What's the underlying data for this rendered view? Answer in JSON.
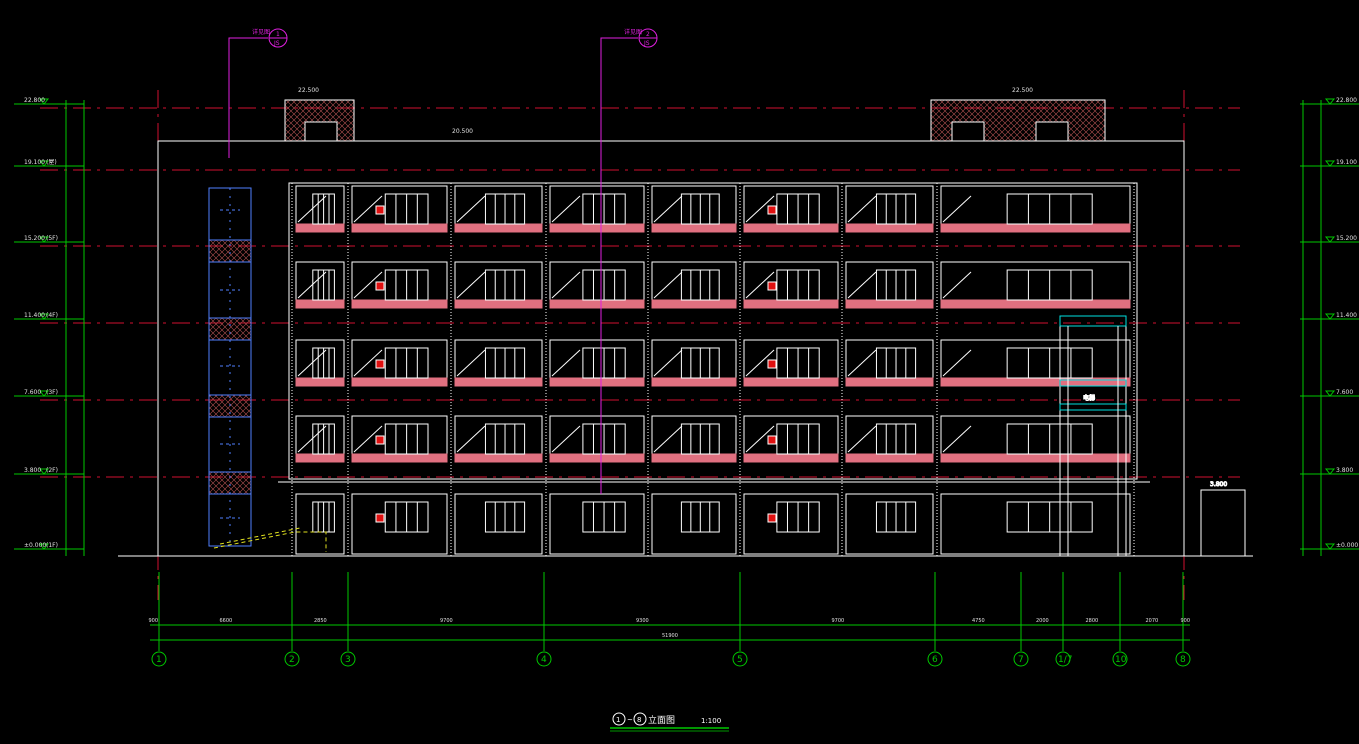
{
  "drawing": {
    "title_circle_left": "1",
    "title_circle_right": "8",
    "title_text": "立面图",
    "scale": "1:100"
  },
  "axes": [
    {
      "label": "1"
    },
    {
      "label": "2"
    },
    {
      "label": "3"
    },
    {
      "label": "4"
    },
    {
      "label": "5"
    },
    {
      "label": "6"
    },
    {
      "label": "7"
    },
    {
      "label": "1/7"
    },
    {
      "label": "10"
    },
    {
      "label": "8"
    }
  ],
  "dimensions": {
    "spans": [
      "900",
      "6600",
      "2850",
      "9700",
      "9300",
      "9700",
      "4750",
      "2000",
      "2800",
      "2070",
      "900"
    ],
    "total": "51900"
  },
  "elevations_left": [
    {
      "value": "22.800"
    },
    {
      "value": "19.100",
      "floor": "(屋)"
    },
    {
      "value": "15.200",
      "floor": "(5F)"
    },
    {
      "value": "11.400",
      "floor": "(4F)"
    },
    {
      "value": "7.600",
      "floor": "(3F)"
    },
    {
      "value": "3.800",
      "floor": "(2F)"
    },
    {
      "value": "±0.000",
      "floor": "(1F)"
    }
  ],
  "elevations_right": [
    {
      "value": "22.800"
    },
    {
      "value": "19.100"
    },
    {
      "value": "15.200"
    },
    {
      "value": "11.400"
    },
    {
      "value": "7.600"
    },
    {
      "value": "3.800"
    },
    {
      "value": "±0.000"
    }
  ],
  "roof_marks": {
    "left": "22.500",
    "center": "20.500",
    "right": "22.500"
  },
  "canopy_mark": "3.800",
  "section_tags": [
    {
      "text": "详见图",
      "num": "1",
      "sheet": "JS"
    },
    {
      "text": "详见图",
      "num": "2",
      "sheet": "JS"
    }
  ],
  "elevator_note": "电梯",
  "colors": {
    "frame": "#ffffff",
    "grid_axis": "#00c800",
    "level_line": "#d01030",
    "rail": "#e07080",
    "stair_tower": "#5080ff",
    "section_tag": "#e020e0",
    "ext_stair": "#e0e020",
    "elevator_trim": "#00e0e0",
    "dimension_text": "#e0e0e0"
  }
}
